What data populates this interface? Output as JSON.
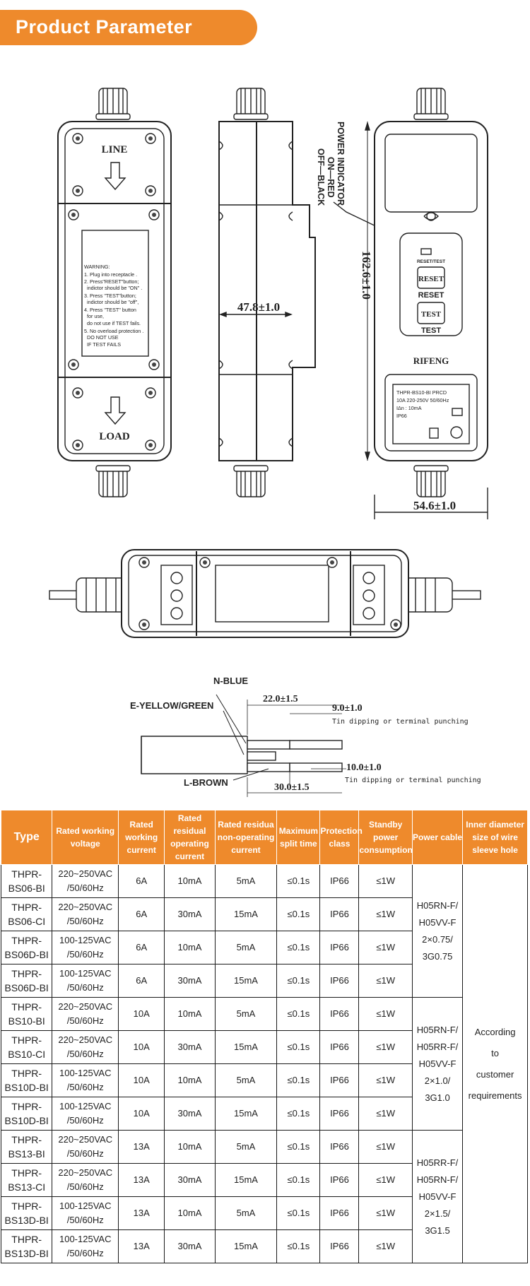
{
  "header": {
    "title": "Product Parameter"
  },
  "drawing": {
    "front": {
      "line_label": "LINE",
      "load_label": "LOAD",
      "warning": [
        "WARNING:",
        "1. Plug into receptacle .",
        "2. Press\"RESET\"button;",
        "indictor should be \"ON\" .",
        "3. Press \"TEST\"button;",
        "indictor should be \"off\",",
        "4. Press \"TEST\" button",
        "for use,",
        "do not use if TEST fails.",
        "5. No overload protection .",
        "DO NOT USE",
        "IF TEST FAILS"
      ]
    },
    "side": {
      "dimension": "47.8±1.0"
    },
    "indicator": {
      "line1": "POWER INDICATOR",
      "line2": "ON—RED",
      "line3": "OFF—BLACK"
    },
    "right": {
      "height_dim": "162.6±1.0",
      "width_dim": "54.6±1.0",
      "indicator_small": "RESET/TEST",
      "reset_button": "RESET",
      "reset_label": "RESET",
      "test_button": "TEST",
      "test_label": "TEST",
      "brand": "RIFENG",
      "label_lines": [
        "THPR-BS10-BI   PRCD",
        "10A  220-250V  50/60Hz",
        "IΔn : 10mA",
        "IP66"
      ]
    },
    "wire": {
      "n_label": "N-BLUE",
      "e_label": "E-YELLOW/GREEN",
      "l_label": "L-BROWN",
      "dim_22": "22.0±1.5",
      "dim_9": "9.0±1.0",
      "note_top": "Tin dipping or terminal punching",
      "dim_10": "10.0±1.0",
      "note_bottom": "Tin dipping or terminal punching",
      "dim_30": "30.0±1.5"
    }
  },
  "table": {
    "headers": [
      "Type",
      "Rated working voltage",
      "Rated working current",
      "Rated residual operating current",
      "Rated residua non-operating current",
      "Maximum split time",
      "Protection class",
      "Standby power consumption",
      "Power cable",
      "Inner diameter size of wire sleeve hole"
    ],
    "rows": [
      {
        "type_a": "THPR-",
        "type_b": "BS06-BI",
        "volt_a": "220~250VAC",
        "volt_b": "/50/60Hz",
        "current": "6A",
        "residual": "10mA",
        "non_op": "5mA",
        "split": "≤0.1s",
        "prot": "IP66",
        "standby": "≤1W"
      },
      {
        "type_a": "THPR-",
        "type_b": "BS06-CI",
        "volt_a": "220~250VAC",
        "volt_b": "/50/60Hz",
        "current": "6A",
        "residual": "30mA",
        "non_op": "15mA",
        "split": "≤0.1s",
        "prot": "IP66",
        "standby": "≤1W"
      },
      {
        "type_a": "THPR-",
        "type_b": "BS06D-BI",
        "volt_a": "100-125VAC",
        "volt_b": "/50/60Hz",
        "current": "6A",
        "residual": "10mA",
        "non_op": "5mA",
        "split": "≤0.1s",
        "prot": "IP66",
        "standby": "≤1W"
      },
      {
        "type_a": "THPR-",
        "type_b": "BS06D-BI",
        "volt_a": "100-125VAC",
        "volt_b": "/50/60Hz",
        "current": "6A",
        "residual": "30mA",
        "non_op": "15mA",
        "split": "≤0.1s",
        "prot": "IP66",
        "standby": "≤1W"
      },
      {
        "type_a": "THPR-",
        "type_b": "BS10-BI",
        "volt_a": "220~250VAC",
        "volt_b": "/50/60Hz",
        "current": "10A",
        "residual": "10mA",
        "non_op": "5mA",
        "split": "≤0.1s",
        "prot": "IP66",
        "standby": "≤1W"
      },
      {
        "type_a": "THPR-",
        "type_b": "BS10-CI",
        "volt_a": "220~250VAC",
        "volt_b": "/50/60Hz",
        "current": "10A",
        "residual": "30mA",
        "non_op": "15mA",
        "split": "≤0.1s",
        "prot": "IP66",
        "standby": "≤1W"
      },
      {
        "type_a": "THPR-",
        "type_b": "BS10D-BI",
        "volt_a": "100-125VAC",
        "volt_b": "/50/60Hz",
        "current": "10A",
        "residual": "10mA",
        "non_op": "5mA",
        "split": "≤0.1s",
        "prot": "IP66",
        "standby": "≤1W"
      },
      {
        "type_a": "THPR-",
        "type_b": "BS10D-BI",
        "volt_a": "100-125VAC",
        "volt_b": "/50/60Hz",
        "current": "10A",
        "residual": "30mA",
        "non_op": "15mA",
        "split": "≤0.1s",
        "prot": "IP66",
        "standby": "≤1W"
      },
      {
        "type_a": "THPR-",
        "type_b": "BS13-BI",
        "volt_a": "220~250VAC",
        "volt_b": "/50/60Hz",
        "current": "13A",
        "residual": "10mA",
        "non_op": "5mA",
        "split": "≤0.1s",
        "prot": "IP66",
        "standby": "≤1W"
      },
      {
        "type_a": "THPR-",
        "type_b": "BS13-CI",
        "volt_a": "220~250VAC",
        "volt_b": "/50/60Hz",
        "current": "13A",
        "residual": "30mA",
        "non_op": "15mA",
        "split": "≤0.1s",
        "prot": "IP66",
        "standby": "≤1W"
      },
      {
        "type_a": "THPR-",
        "type_b": "BS13D-BI",
        "volt_a": "100-125VAC",
        "volt_b": "/50/60Hz",
        "current": "13A",
        "residual": "10mA",
        "non_op": "5mA",
        "split": "≤0.1s",
        "prot": "IP66",
        "standby": "≤1W"
      },
      {
        "type_a": "THPR-",
        "type_b": "BS13D-BI",
        "volt_a": "100-125VAC",
        "volt_b": "/50/60Hz",
        "current": "13A",
        "residual": "30mA",
        "non_op": "15mA",
        "split": "≤0.1s",
        "prot": "IP66",
        "standby": "≤1W"
      }
    ],
    "power_cable": [
      [
        "H05RN-F/",
        "H05VV-F",
        "2×0.75/",
        "3G0.75"
      ],
      [
        "H05RN-F/",
        "H05RR-F/",
        "H05VV-F",
        "2×1.0/",
        "3G1.0"
      ],
      [
        "H05RR-F/",
        "H05RN-F/",
        "H05VV-F",
        "2×1.5/",
        "3G1.5"
      ]
    ],
    "inner_diameter": [
      "According",
      "to",
      "customer",
      "requirements"
    ]
  },
  "colors": {
    "accent": "#ee8a2c",
    "line": "#222222"
  }
}
